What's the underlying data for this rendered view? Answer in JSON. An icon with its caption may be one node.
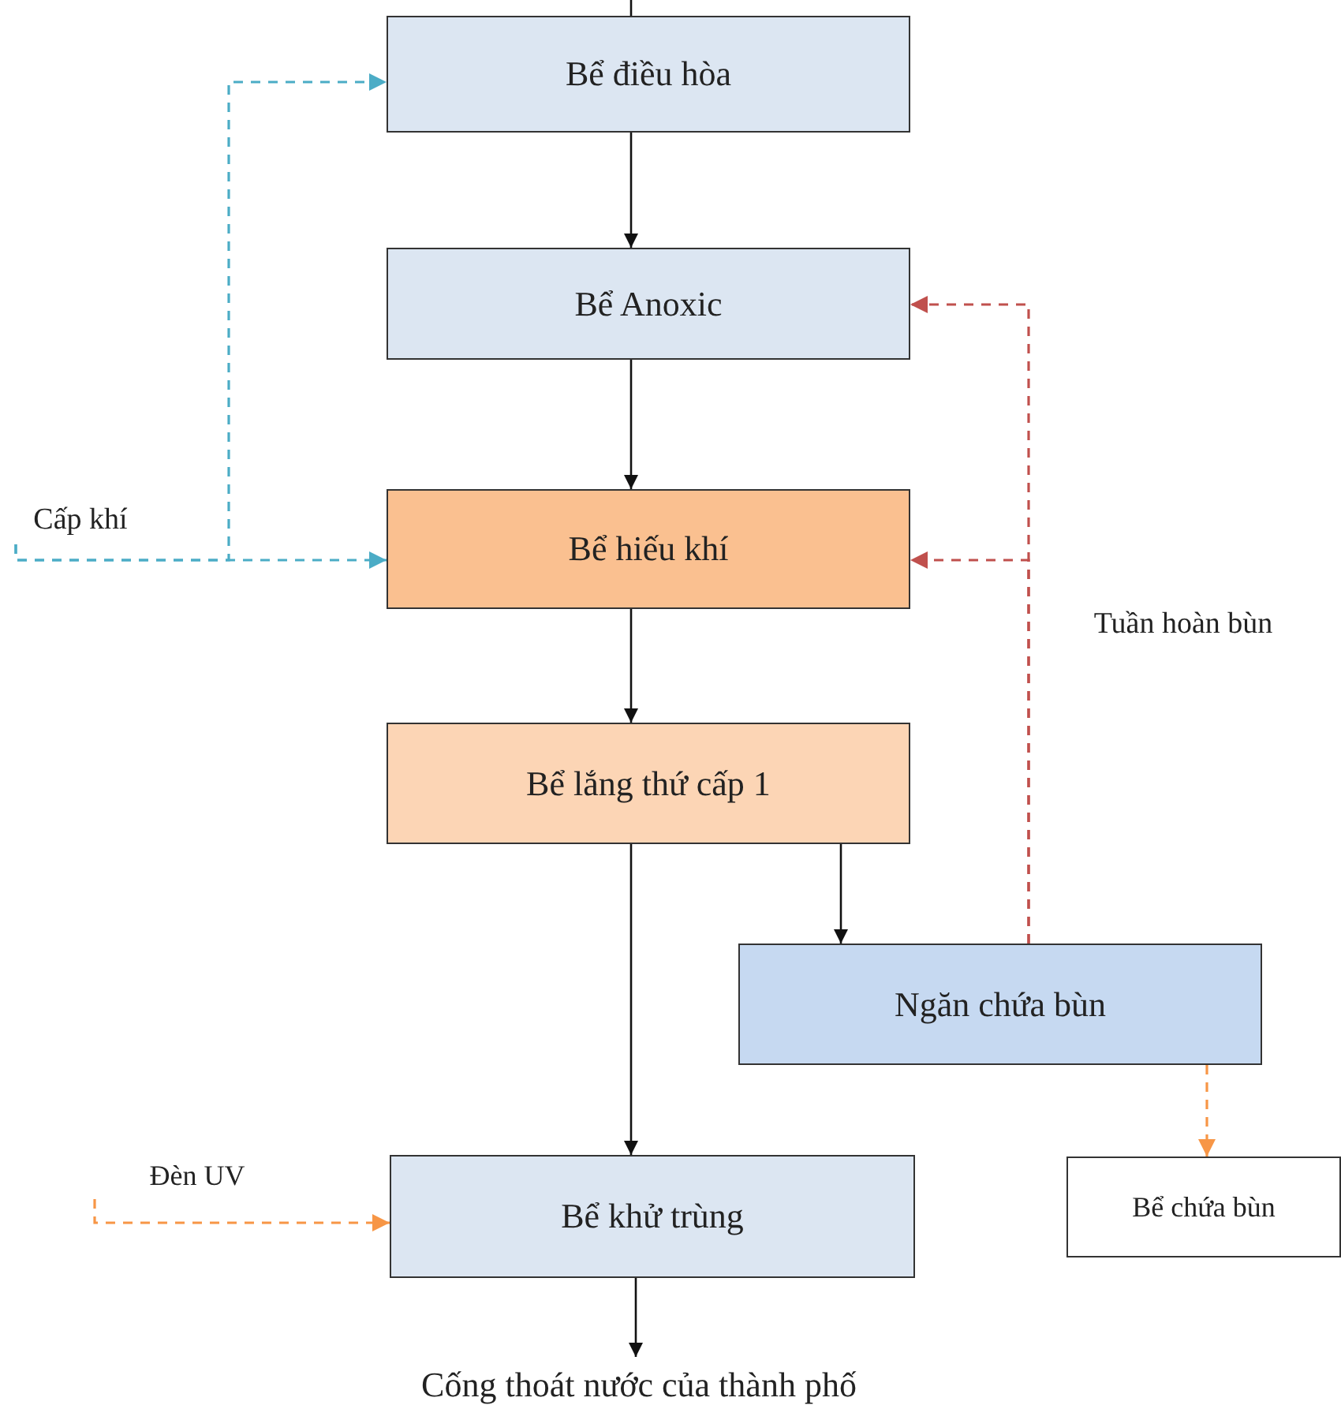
{
  "diagram": {
    "nodes": [
      {
        "text": [
          "Bể điều hòa"
        ]
      },
      {
        "text": [
          "Bể Anoxic"
        ]
      },
      {
        "text": [
          "Bể hiếu khí"
        ]
      },
      {
        "text": [
          "Bể lắng thứ cấp 1"
        ]
      },
      {
        "text": [
          "Ngăn chứa bùn"
        ]
      },
      {
        "text": [
          "Bể khử trùng"
        ]
      },
      {
        "text": [
          "Bể chứa bùn"
        ]
      },
      {
        "text": [
          "Cấp khí"
        ]
      },
      {
        "text": [
          "Đèn UV"
        ]
      },
      {
        "text": [
          "Cống thoát nước của thành phố"
        ]
      }
    ],
    "edges": [
      {
        "from": null,
        "to": 0,
        "arrow": "none"
      },
      {
        "from": 0,
        "to": 1,
        "arrow": "to"
      },
      {
        "from": 1,
        "to": 2,
        "arrow": "to"
      },
      {
        "from": 2,
        "to": 3,
        "arrow": "to"
      },
      {
        "from": 3,
        "to": 5,
        "arrow": "to"
      },
      {
        "from": 3,
        "to": 4,
        "arrow": "to"
      },
      {
        "from": 5,
        "to": 9,
        "arrow": "to"
      },
      {
        "from": 7,
        "to": 0,
        "arrow": "to",
        "style": "dashed",
        "color": "#4bacc6"
      },
      {
        "from": 7,
        "to": 2,
        "arrow": "to",
        "style": "dashed",
        "color": "#4bacc6"
      },
      {
        "from": 4,
        "to": 1,
        "arrow": "to",
        "style": "dashed",
        "color": "#c0504d"
      },
      {
        "from": 4,
        "to": 2,
        "arrow": "to",
        "style": "dashed",
        "color": "#c0504d"
      },
      {
        "from": 4,
        "to": 6,
        "arrow": "to",
        "style": "dashed",
        "color": "#f79646"
      },
      {
        "from": 8,
        "to": 5,
        "arrow": "to",
        "style": "dashed",
        "color": "#f79646"
      }
    ],
    "labels": [
      "Tuần hoàn bùn"
    ]
  }
}
